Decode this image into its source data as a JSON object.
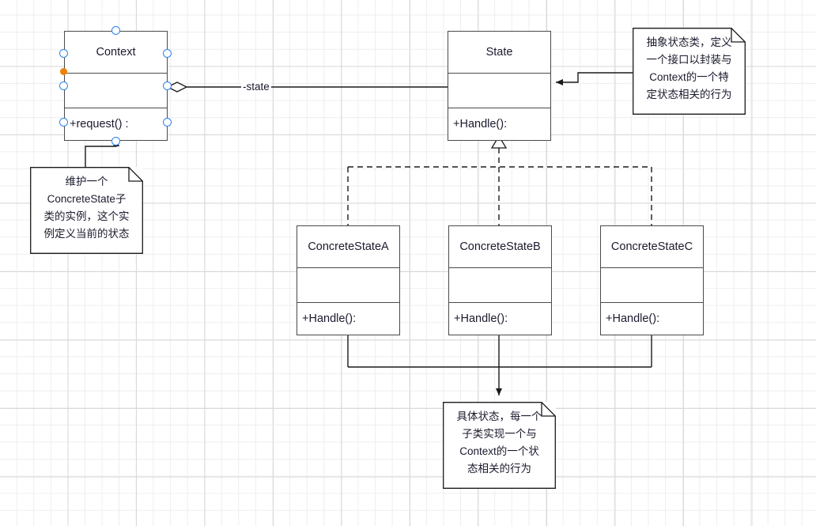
{
  "diagram": {
    "title": "State Pattern UML Class Diagram",
    "background": "#ffffff",
    "grid_color": "#d9d9d9",
    "line_color": "#333333",
    "class_border_color": "#4a4a4a",
    "handle_color": "#2f80ed",
    "handle_active_color": "#f08000"
  },
  "classes": [
    {
      "id": "context",
      "name": "Context",
      "attributes": "",
      "operations": "+request() :",
      "selected": true
    },
    {
      "id": "state",
      "name": "State",
      "attributes": "",
      "operations": "+Handle():",
      "selected": false
    },
    {
      "id": "concrete_a",
      "name": "ConcreteStateA",
      "attributes": "",
      "operations": "+Handle():",
      "selected": false
    },
    {
      "id": "concrete_b",
      "name": "ConcreteStateB",
      "attributes": "",
      "operations": "+Handle():",
      "selected": false
    },
    {
      "id": "concrete_c",
      "name": "ConcreteStateC",
      "attributes": "",
      "operations": "+Handle():",
      "selected": false
    }
  ],
  "edges": [
    {
      "id": "context-state-association",
      "label": "-state",
      "type": "aggregation",
      "from": "context",
      "to": "state"
    },
    {
      "id": "state-generalization",
      "label": "",
      "type": "generalization",
      "from": "concrete-states",
      "to": "state"
    }
  ],
  "notes": [
    {
      "id": "note-context",
      "lines": [
        "维护一个",
        "ConcreteState子",
        "类的实例，这个实",
        "例定义当前的状态"
      ],
      "attached_to": "context"
    },
    {
      "id": "note-state",
      "lines": [
        "抽象状态类，定义",
        "一个接口以封装与",
        "Context的一个特",
        "定状态相关的行为"
      ],
      "attached_to": "state"
    },
    {
      "id": "note-concrete",
      "lines": [
        "具体状态，每一个",
        "子类实现一个与",
        "Context的一个状",
        "态相关的行为"
      ],
      "attached_to": "concrete-states"
    }
  ]
}
